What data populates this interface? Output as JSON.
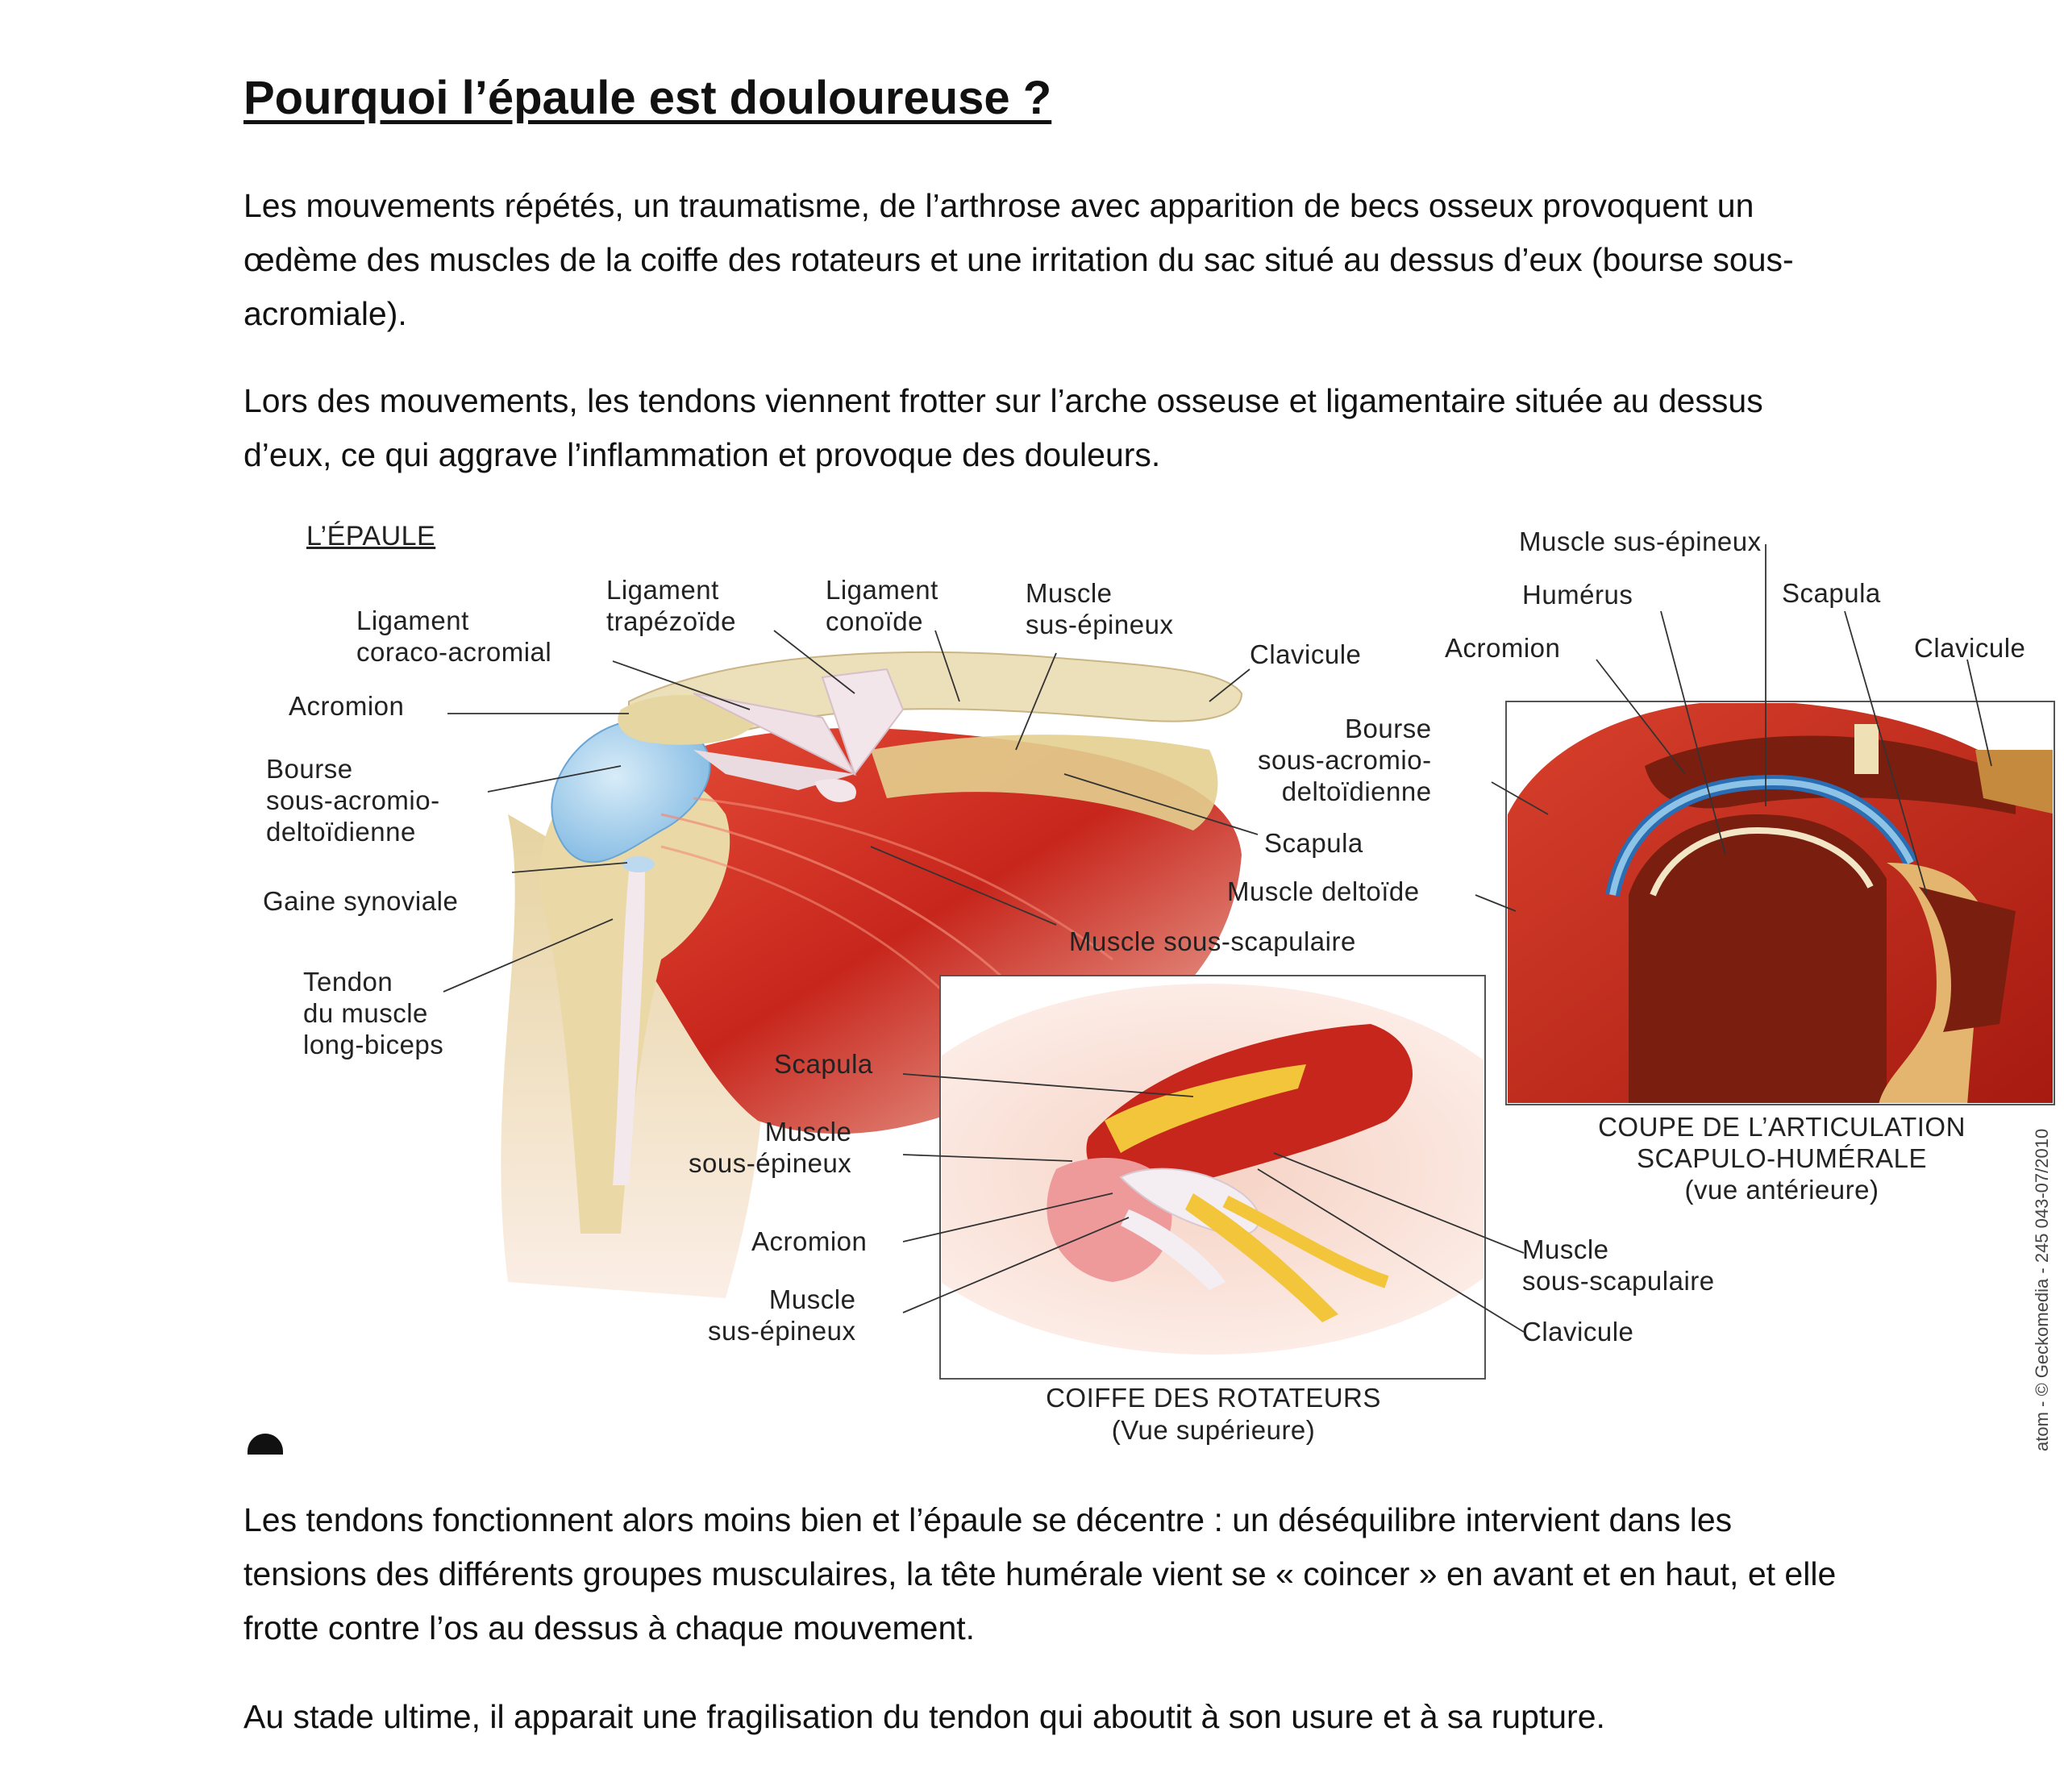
{
  "title": "Pourquoi l’épaule est douloureuse ?",
  "paragraphs": [
    "Les mouvements répétés, un traumatisme, de l’arthrose avec apparition de becs osseux provoquent un œdème des muscles de la coiffe des rotateurs et une irritation du sac situé au dessus d’eux (bourse sous-acromiale).",
    "Lors des mouvements, les tendons viennent frotter sur l’arche osseuse et ligamentaire située au dessus d’eux, ce qui aggrave l’inflammation et provoque des douleurs.",
    "Les tendons fonctionnent alors moins bien et l’épaule se décentre : un déséquilibre intervient dans les tensions des différents groupes musculaires, la tête humérale vient se « coincer » en avant et en haut, et elle frotte contre l’os au dessus à chaque mouvement.",
    "Au stade ultime, il apparait une fragilisation du tendon qui aboutit à son usure et à sa rupture."
  ],
  "figure": {
    "heading": "L’ÉPAULE",
    "main_labels": {
      "lig_coraco": "Ligament\ncoraco-acromial",
      "lig_trapezoide": "Ligament\ntrapézoïde",
      "lig_conoide": "Ligament\nconoïde",
      "muscle_sus_epineux": "Muscle\nsus-épineux",
      "clavicule": "Clavicule",
      "acromion": "Acromion",
      "bourse": "Bourse\nsous-acromio-\ndeltoïdienne",
      "gaine": "Gaine synoviale",
      "tendon": "Tendon\ndu muscle\nlong-biceps",
      "bourse_right": "Bourse\nsous-acromio-\ndeltoïdienne",
      "scapula": "Scapula",
      "deltoide": "Muscle deltoïde",
      "sous_scapulaire": "Muscle sous-scapulaire"
    },
    "coupe": {
      "muscle_sus_epineux": "Muscle sus-épineux",
      "humerus": "Humérus",
      "scapula": "Scapula",
      "acromion": "Acromion",
      "clavicule": "Clavicule",
      "caption": "COUPE DE L’ARTICULATION\nSCAPULO-HUMÉRALE",
      "caption_sub": "(vue antérieure)"
    },
    "coiffe": {
      "scapula": "Scapula",
      "muscle_sus_epineux": "Muscle\nsous-épineux",
      "acromion": "Acromion",
      "muscle_sus_epineux_2": "Muscle\nsus-épineux",
      "muscle_sous_scapulaire": "Muscle\nsous-scapulaire",
      "clavicule": "Clavicule",
      "caption": "COIFFE DES ROTATEURS",
      "caption_sub": "(Vue supérieure)"
    },
    "credit": "atom - © Geckomedia - 245 043-07/2010"
  },
  "colors": {
    "muscle": "#c7261c",
    "bone": "#e9d9a8",
    "bursa": "#8ec3e8",
    "tendon": "#f2e6ea",
    "marrow": "#7a1e0f"
  }
}
